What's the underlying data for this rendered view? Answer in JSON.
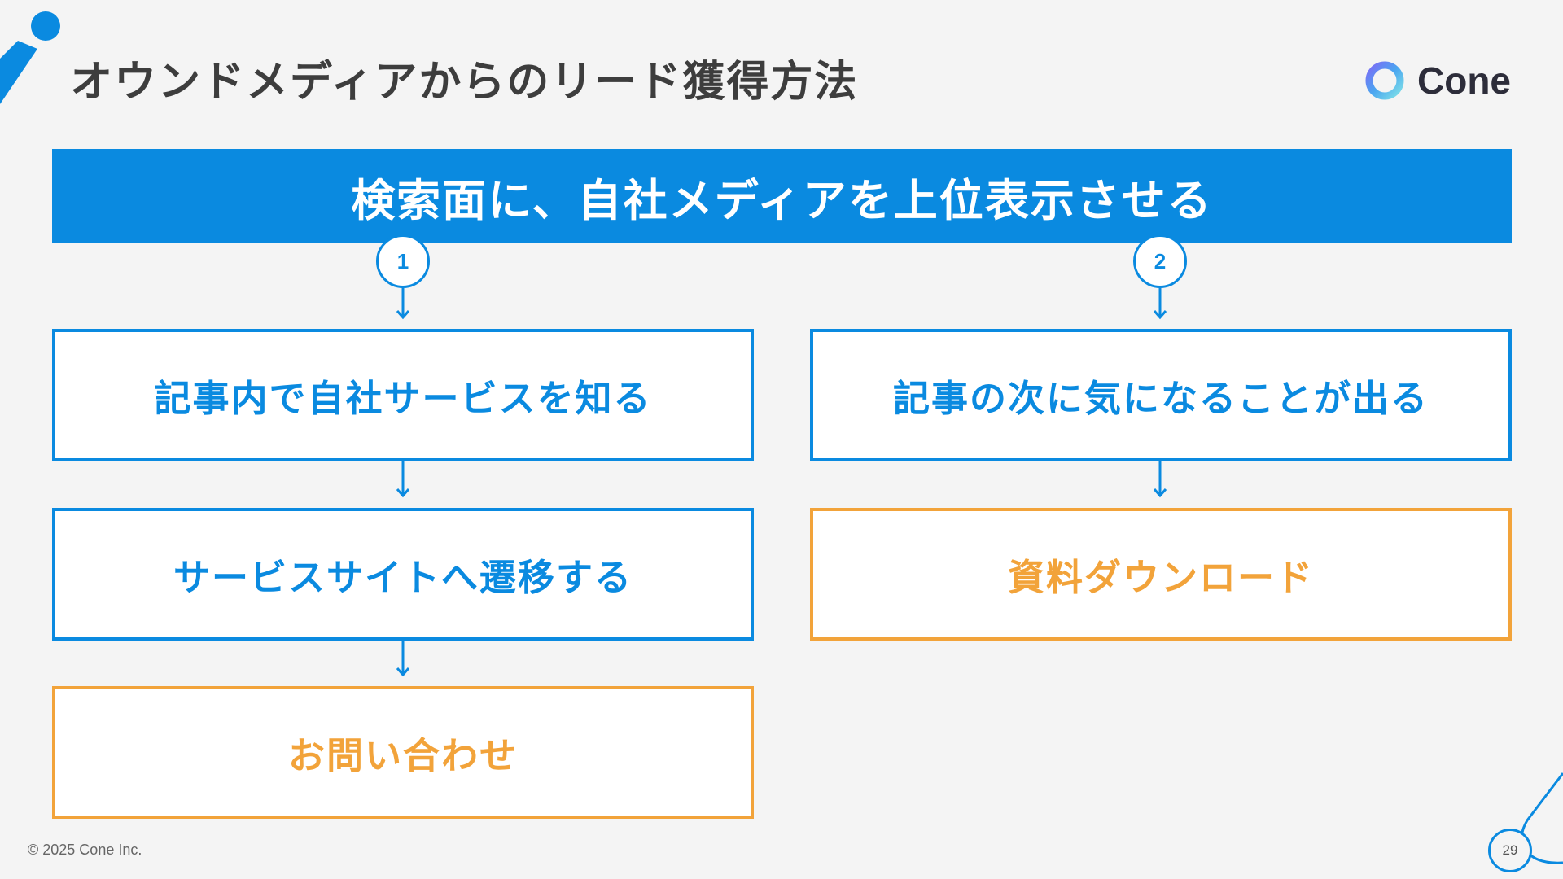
{
  "header": {
    "title": "オウンドメディアからのリード獲得方法",
    "logo_text": "Cone"
  },
  "banner": {
    "text": "検索面に、自社メディアを上位表示させる"
  },
  "flows": [
    {
      "step": "1",
      "boxes": [
        {
          "text": "記事内で自社サービスを知る",
          "style": "blue"
        },
        {
          "text": "サービスサイトへ遷移する",
          "style": "blue"
        },
        {
          "text": "お問い合わせ",
          "style": "orange"
        }
      ]
    },
    {
      "step": "2",
      "boxes": [
        {
          "text": "記事の次に気になることが出る",
          "style": "blue"
        },
        {
          "text": "資料ダウンロード",
          "style": "orange"
        }
      ]
    }
  ],
  "footer": {
    "copyright": "© 2025 Cone Inc.",
    "page_number": "29"
  },
  "colors": {
    "primary_blue": "#0a8ae0",
    "accent_orange": "#f2a33a",
    "title_text": "#3d3d3d",
    "background": "#f4f4f4"
  }
}
